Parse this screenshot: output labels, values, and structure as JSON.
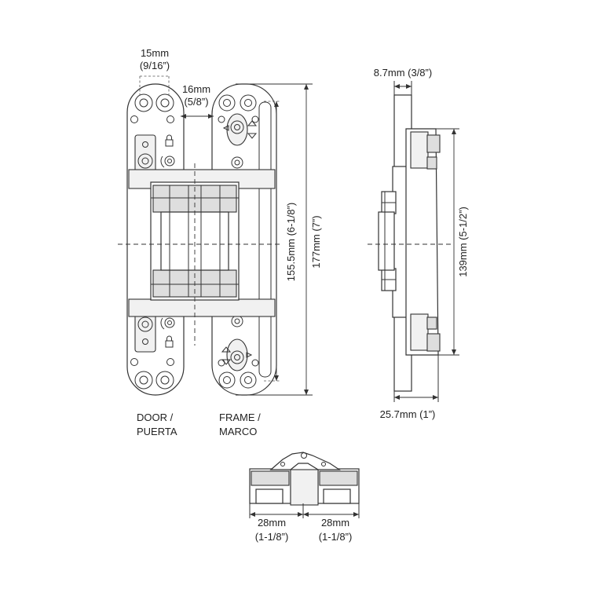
{
  "dimensions": {
    "width_15": "15mm",
    "width_15_in": "(9/16”)",
    "gap_16": "16mm",
    "gap_16_in": "(5/8”)",
    "height_177": "177mm (7”)",
    "height_155": "155.5mm (6-1/8”)",
    "side_thickness": "8.7mm (3/8”)",
    "side_height": "139mm (5-1/2”)",
    "side_depth": "25.7mm (1”)",
    "bottom_left": "28mm",
    "bottom_left_in": "(1-1/8”)",
    "bottom_right": "28mm",
    "bottom_right_in": "(1-1/8”)"
  },
  "labels": {
    "door_line1": "DOOR /",
    "door_line2": "PUERTA",
    "frame_line1": "FRAME /",
    "frame_line2": "MARCO"
  },
  "icons": [
    "padlock-icon",
    "padlock-icon",
    "adjustment-cam-icon",
    "adjustment-cam-icon"
  ]
}
